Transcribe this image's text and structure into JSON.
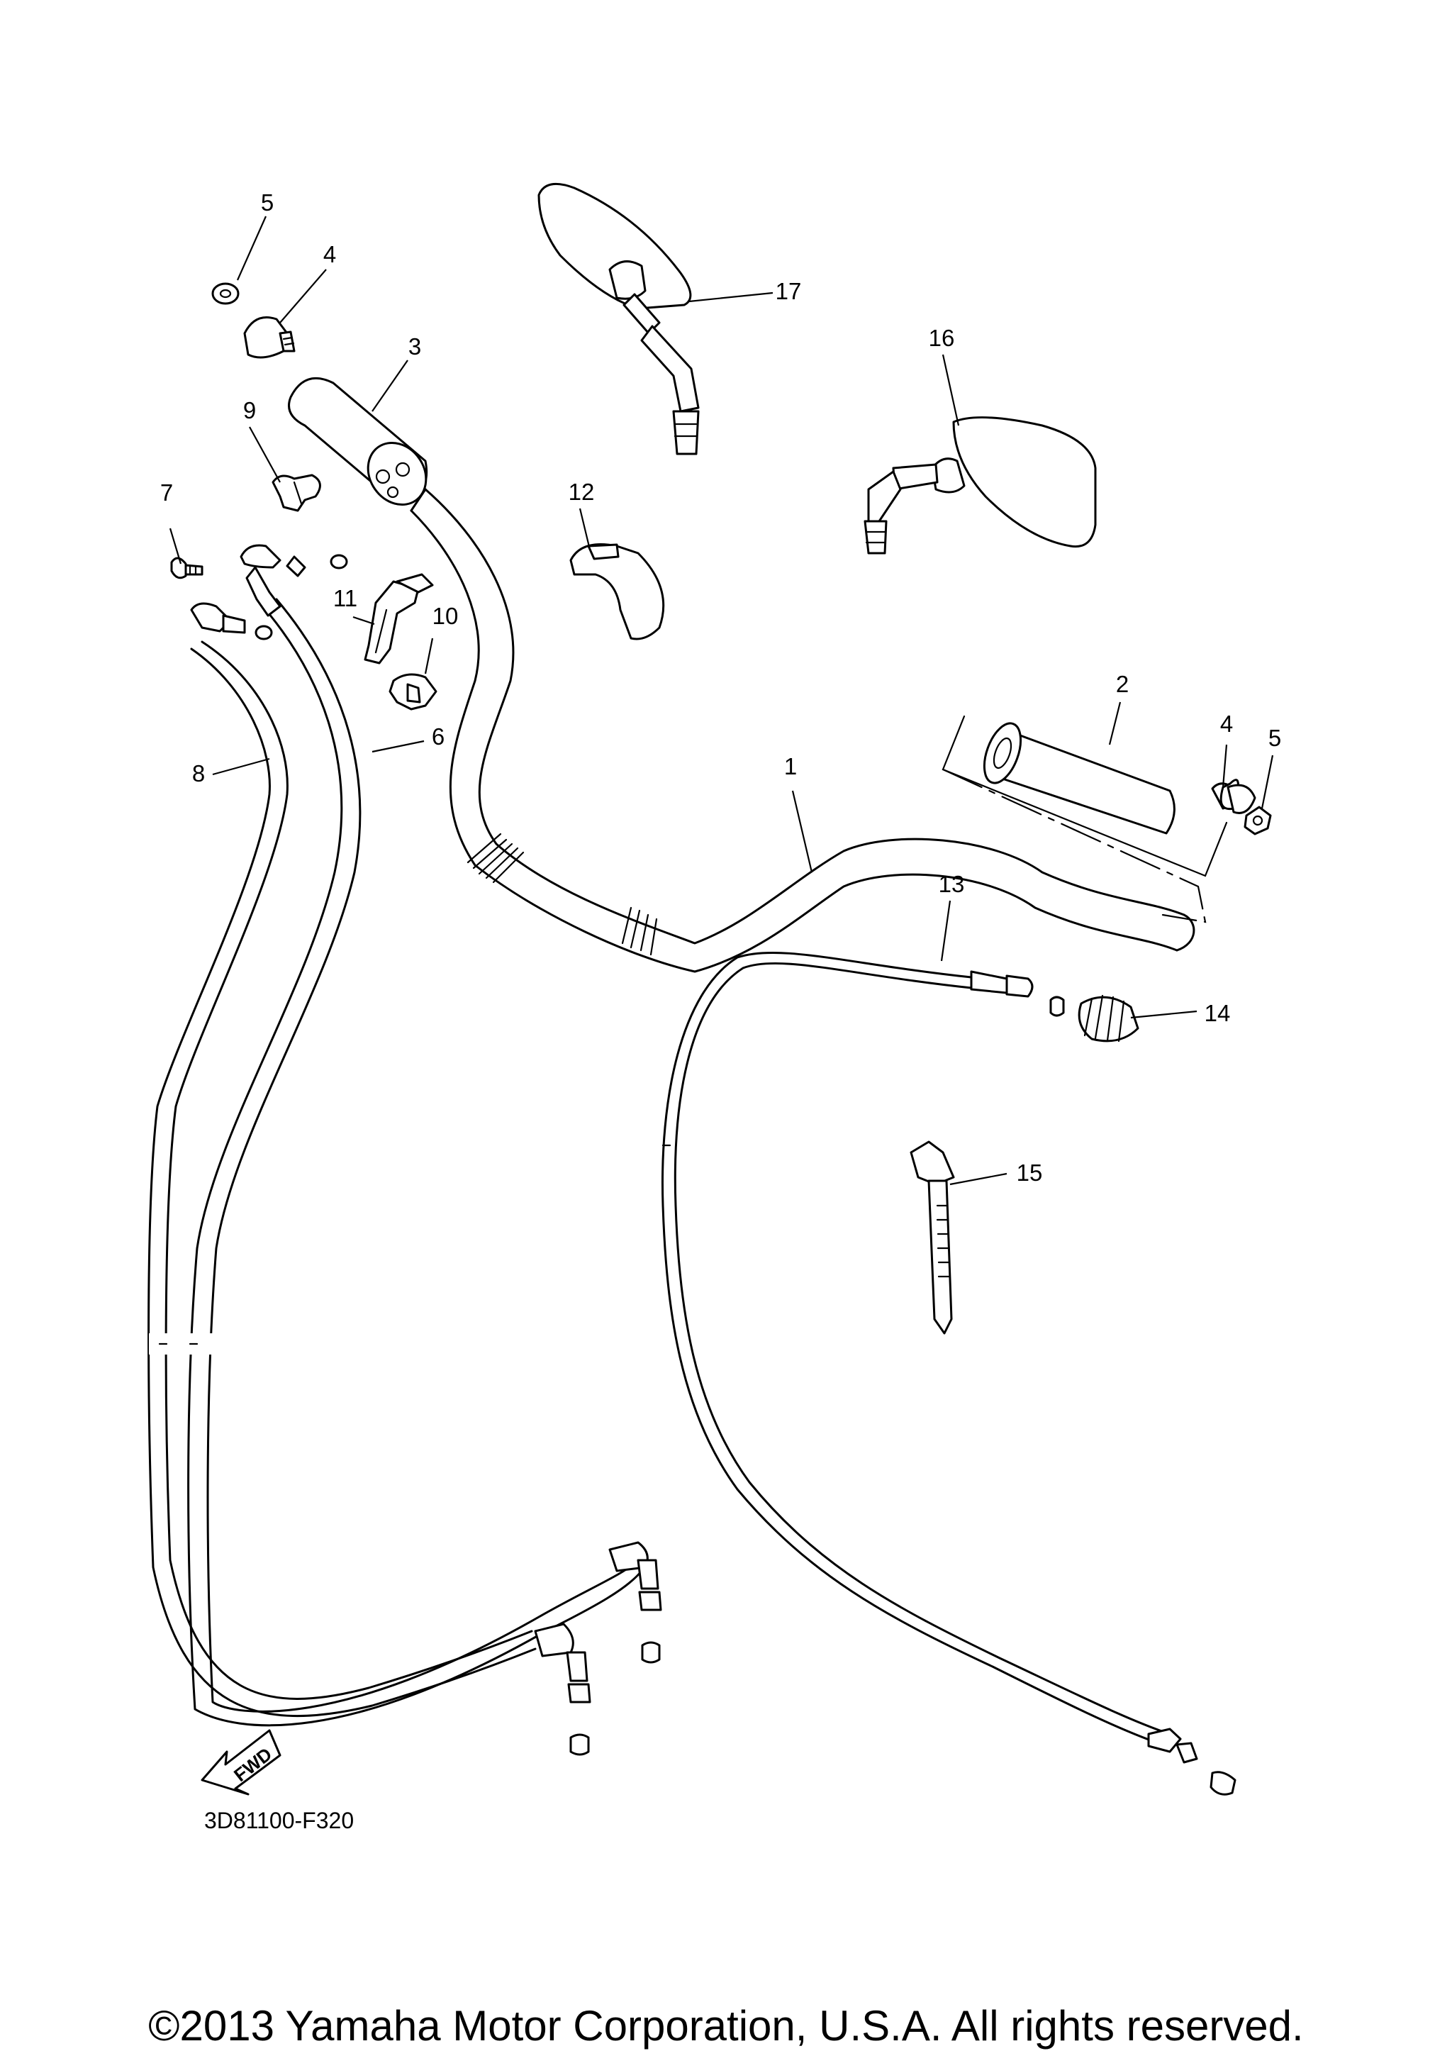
{
  "diagram": {
    "callouts": [
      "1",
      "2",
      "3",
      "4",
      "4",
      "5",
      "5",
      "6",
      "7",
      "8",
      "9",
      "10",
      "11",
      "12",
      "13",
      "14",
      "15",
      "16",
      "17"
    ],
    "fwd_label": "FWD",
    "drawing_code": "3D81100-F320"
  },
  "footer": {
    "copyright": "©2013 Yamaha Motor Corporation, U.S.A. All rights reserved."
  }
}
